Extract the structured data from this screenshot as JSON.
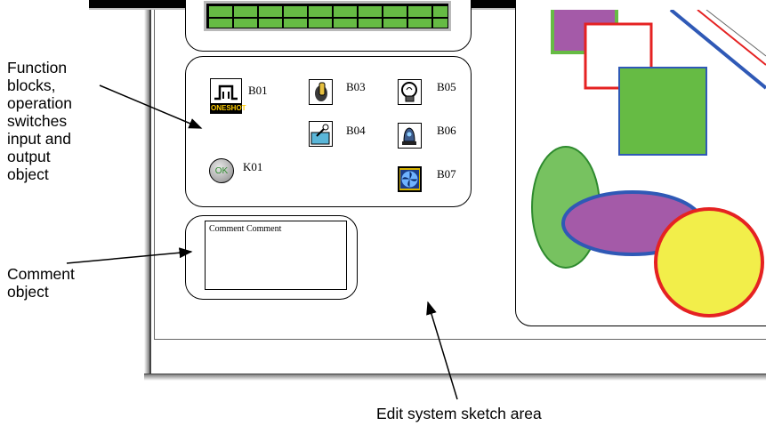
{
  "callouts": {
    "function_blocks": "Function\nblocks,\noperation\nswitches\ninput and\noutput\nobject",
    "comment_object": "Comment\nobject",
    "edit_area": "Edit system sketch area"
  },
  "blocks": {
    "oneshot_caption": "ONESHOT",
    "b01": "B01",
    "b03": "B03",
    "b04": "B04",
    "b05": "B05",
    "b06": "B06",
    "b07": "B07",
    "k01": "K01",
    "ok_label": "OK"
  },
  "comment": {
    "text": "Comment Comment"
  },
  "colors": {
    "green": "#66bb44",
    "purple": "#a45aa8",
    "blue": "#2f59b6",
    "red": "#e52222",
    "yellow": "#f2ee4a",
    "frame_gray": "#999999"
  },
  "icons": [
    "oneshot-icon",
    "toggle-switch-icon",
    "output-switch-icon",
    "lamp-icon",
    "buzzer-icon",
    "fan-icon",
    "ok-button-icon"
  ]
}
